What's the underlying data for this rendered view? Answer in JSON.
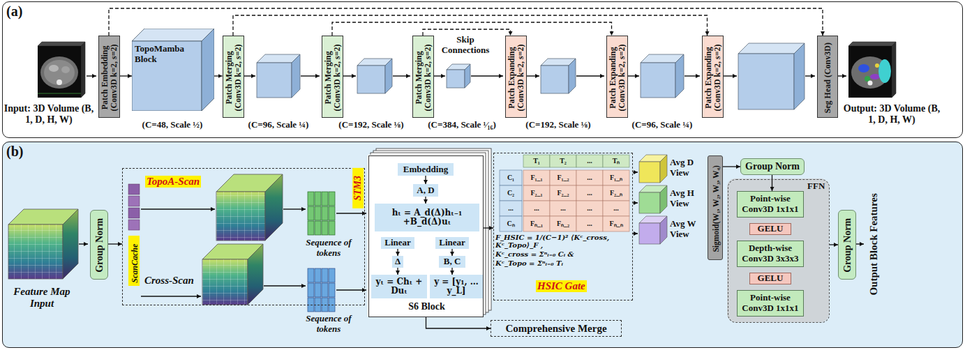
{
  "diagram": {
    "nodes": [
      {
        "text": [
          "(a)"
        ]
      },
      {
        "text": [
          "Patch Embedding (Conv3D k=2, s=2)"
        ],
        "in": 0
      },
      {
        "text": [
          "TopoMamba Block"
        ],
        "in": 0
      },
      {
        "text": [
          "Patch Merging (Conv3D k=2, s=2)"
        ],
        "in": 0
      },
      {
        "text": [
          "Patch Merging (Conv3D k=2, s=2)"
        ],
        "in": 0
      },
      {
        "text": [
          "Patch Merging (Conv3D k=2, s=2)"
        ],
        "in": 0
      },
      {
        "text": [
          "Patch Expanding (Conv3D k=2, s=2)"
        ],
        "in": 0
      },
      {
        "text": [
          "Patch Expanding (Conv3D k=2, s=2)"
        ],
        "in": 0
      },
      {
        "text": [
          "Patch Expanding (Conv3D k=2, s=2)"
        ],
        "in": 0
      },
      {
        "text": [
          "Seg Head (Conv3D)"
        ],
        "in": 0
      },
      {
        "text": [
          "(b)"
        ]
      },
      {
        "text": [
          "Group Norm"
        ],
        "in": 10
      },
      {
        "text": [
          "TopoA-Scan",
          "Cross-Scan"
        ],
        "in": 10
      },
      {
        "text": [
          "ScanCache"
        ],
        "in": 12
      },
      {
        "text": [
          "S6 Block"
        ],
        "in": 10
      },
      {
        "text": [
          "Embedding"
        ],
        "in": 14
      },
      {
        "text": [
          "A, D"
        ],
        "in": 14
      },
      {
        "text": [
          "hₜ = A_d(Δ)hₜ₋₁ +B_d(Δ)uₜ"
        ],
        "in": 14
      },
      {
        "text": [
          "Linear"
        ],
        "in": 14
      },
      {
        "text": [
          "Linear"
        ],
        "in": 14
      },
      {
        "text": [
          "Δ"
        ],
        "in": 14
      },
      {
        "text": [
          "B, C"
        ],
        "in": 14
      },
      {
        "text": [
          "yₜ = Chₜ + Duₜ"
        ],
        "in": 14
      },
      {
        "text": [
          "y = [y₁, … y_L]"
        ],
        "in": 14
      },
      {
        "text": [
          "HSIC Gate"
        ],
        "in": 10
      },
      {
        "text": [
          "Comprehensive Merge"
        ],
        "in": 10
      },
      {
        "text": [
          "Sigmoid(W₁, W₂, W₃, W₄)"
        ],
        "in": 10
      },
      {
        "text": [
          "Group Norm"
        ],
        "in": 10
      },
      {
        "text": [
          "FFN"
        ],
        "in": 10
      },
      {
        "text": [
          "Point-wise Conv3D 1x1x1"
        ],
        "in": 28
      },
      {
        "text": [
          "GELU"
        ],
        "in": 28
      },
      {
        "text": [
          "Depth-wise Conv3D 3x3x3"
        ],
        "in": 28
      },
      {
        "text": [
          "GELU"
        ],
        "in": 28
      },
      {
        "text": [
          "Point-wise Conv3D 1x1x1"
        ],
        "in": 28
      },
      {
        "text": [
          "Group Norm"
        ],
        "in": 10
      }
    ],
    "edges": [
      {
        "from": 1,
        "to": 2,
        "arrow": "to"
      },
      {
        "from": 2,
        "to": 3,
        "arrow": "to"
      },
      {
        "from": 1,
        "to": 9,
        "arrow": "to"
      },
      {
        "from": 3,
        "to": 8,
        "arrow": "to"
      },
      {
        "from": 4,
        "to": 7,
        "arrow": "to"
      },
      {
        "from": 5,
        "to": 6,
        "arrow": "to"
      },
      {
        "from": 11,
        "to": 12,
        "arrow": "to"
      },
      {
        "from": 15,
        "to": 16,
        "arrow": "to"
      },
      {
        "from": 16,
        "to": 17,
        "arrow": "to"
      },
      {
        "from": 18,
        "to": 20,
        "arrow": "to"
      },
      {
        "from": 20,
        "to": 22,
        "arrow": "to"
      },
      {
        "from": 19,
        "to": 21,
        "arrow": "to"
      },
      {
        "from": 21,
        "to": 23,
        "arrow": "to"
      },
      {
        "from": 14,
        "to": 24,
        "arrow": "to"
      },
      {
        "from": 14,
        "to": 25,
        "arrow": "to"
      },
      {
        "from": 26,
        "to": 27,
        "arrow": "to"
      },
      {
        "from": 27,
        "to": 29,
        "arrow": "to"
      },
      {
        "from": 28,
        "to": 34,
        "arrow": "to"
      }
    ],
    "labels": [
      "Input: 3D Volume (B, 1, D, H, W)",
      "(C=48, Scale ½)",
      "(C=96, Scale ¼)",
      "(C=192, Scale ⅛)",
      "Skip Connections",
      "(C=384, Scale ¹⁄₁₆)",
      "(C=192, Scale ⅛)",
      "(C=96, Scale ¼)",
      "Output: 3D Volume (B, 1, D, H, W)",
      "Feature Map Input",
      "STM3",
      "Sequence of tokens",
      "Sequence of tokens",
      "T₁",
      "T₂",
      "...",
      "Tₙ",
      "C₁",
      "F₁_₁",
      "F₁_₂",
      "...",
      "F₁_ₙ",
      "C₂",
      "F₂_₁",
      "F₂_₂",
      "...",
      "F₂_ₙ",
      "...",
      "...",
      "...",
      "...",
      "...",
      "Cₙ",
      "Fₙ_₁",
      "Fₙ_₂",
      "...",
      "Fₙ_ₙ",
      "F_HSIC = 1/(C−1)² ⟨Kᶜ_cross, Kᶜ_Topo⟩_F ,",
      "Kᶜ_cross = Σⁿᵢ₌₀ Cᵢ &",
      "Kᶜ_Topo = Σⁿᵢ₌₀ Tᵢ",
      "Avg D View",
      "Avg H View",
      "Avg W View",
      "Output Block Features"
    ]
  }
}
